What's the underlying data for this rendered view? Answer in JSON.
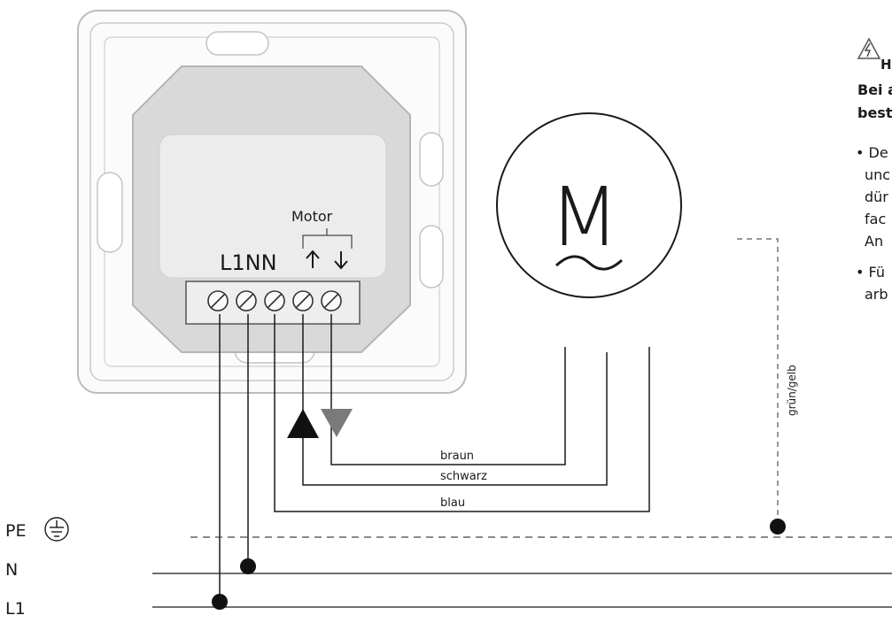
{
  "module": {
    "motor_label": "Motor",
    "terminal_labels": "L1NN"
  },
  "motor": {
    "symbol": "M"
  },
  "wires": {
    "braun": "braun",
    "schwarz": "schwarz",
    "blau": "blau",
    "gruen_gelb": "grün/gelb"
  },
  "rails": {
    "pe": "PE",
    "n": "N",
    "l1": "L1"
  },
  "note": {
    "heading_fragment": "H",
    "bold_line1": "Bei a",
    "bold_line2": "best",
    "bullet1": [
      "• De",
      "unc",
      "dür",
      "fac",
      "An"
    ],
    "bullet2": [
      "• Fü",
      "arb"
    ]
  },
  "colors": {
    "line": "#1a1a1a",
    "grey_fill": "#d6d6d6",
    "light_grey": "#e9e9e9",
    "down_arrow": "#777777"
  }
}
